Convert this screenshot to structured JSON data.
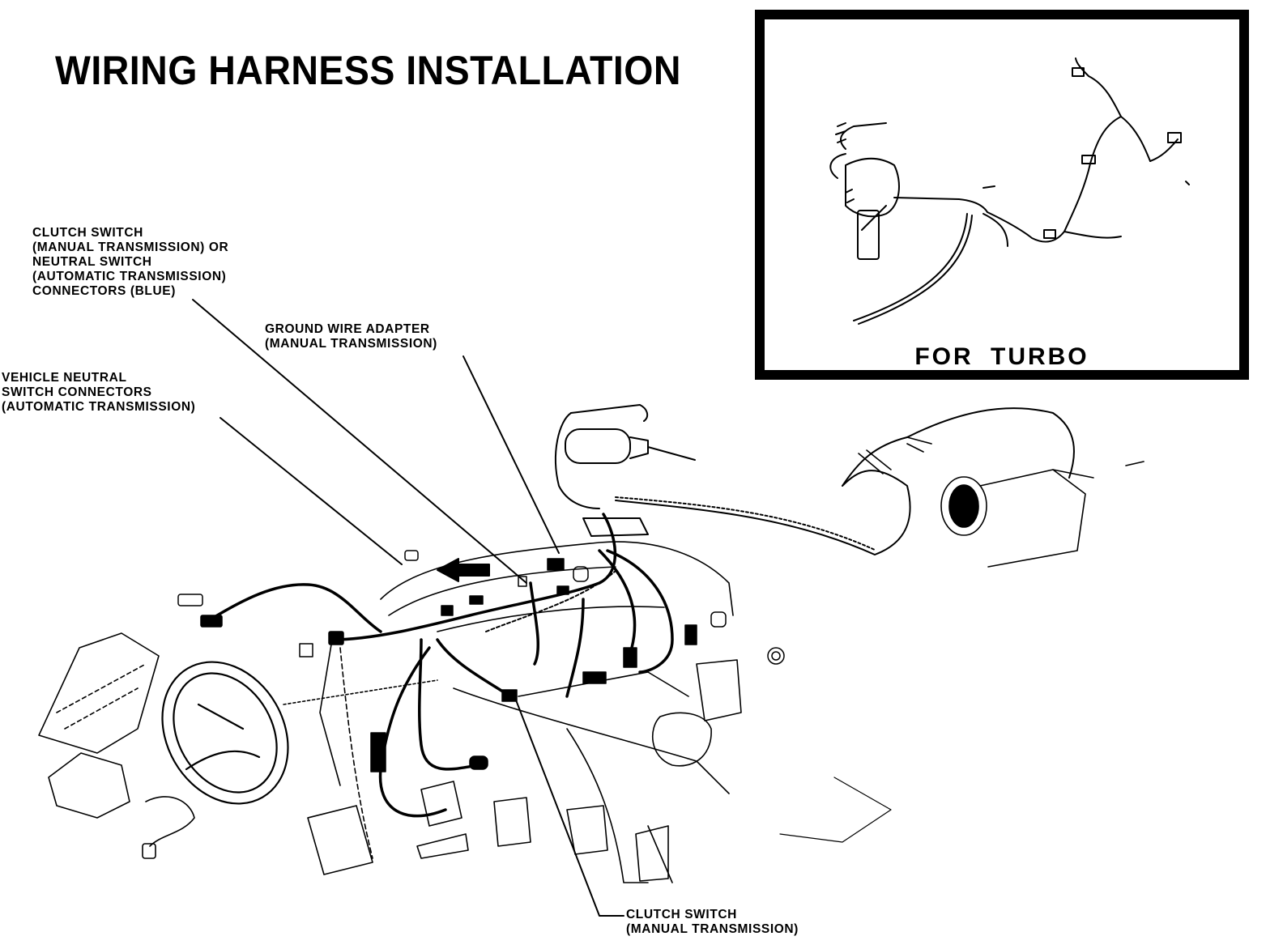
{
  "title": "WIRING HARNESS INSTALLATION",
  "callouts": {
    "clutch_neutral": [
      "CLUTCH SWITCH",
      "(MANUAL TRANSMISSION) OR",
      "NEUTRAL SWITCH",
      "(AUTOMATIC TRANSMISSION)",
      "CONNECTORS (BLUE)"
    ],
    "ground_wire": [
      "GROUND WIRE ADAPTER",
      "(MANUAL TRANSMISSION)"
    ],
    "vehicle_neutral": [
      "VEHICLE NEUTRAL",
      "SWITCH CONNECTORS",
      "(AUTOMATIC TRANSMISSION)"
    ],
    "clutch_bottom": [
      "CLUTCH SWITCH",
      "(MANUAL TRANSMISSION)"
    ]
  },
  "inset": {
    "caption": "FOR  TURBO"
  }
}
